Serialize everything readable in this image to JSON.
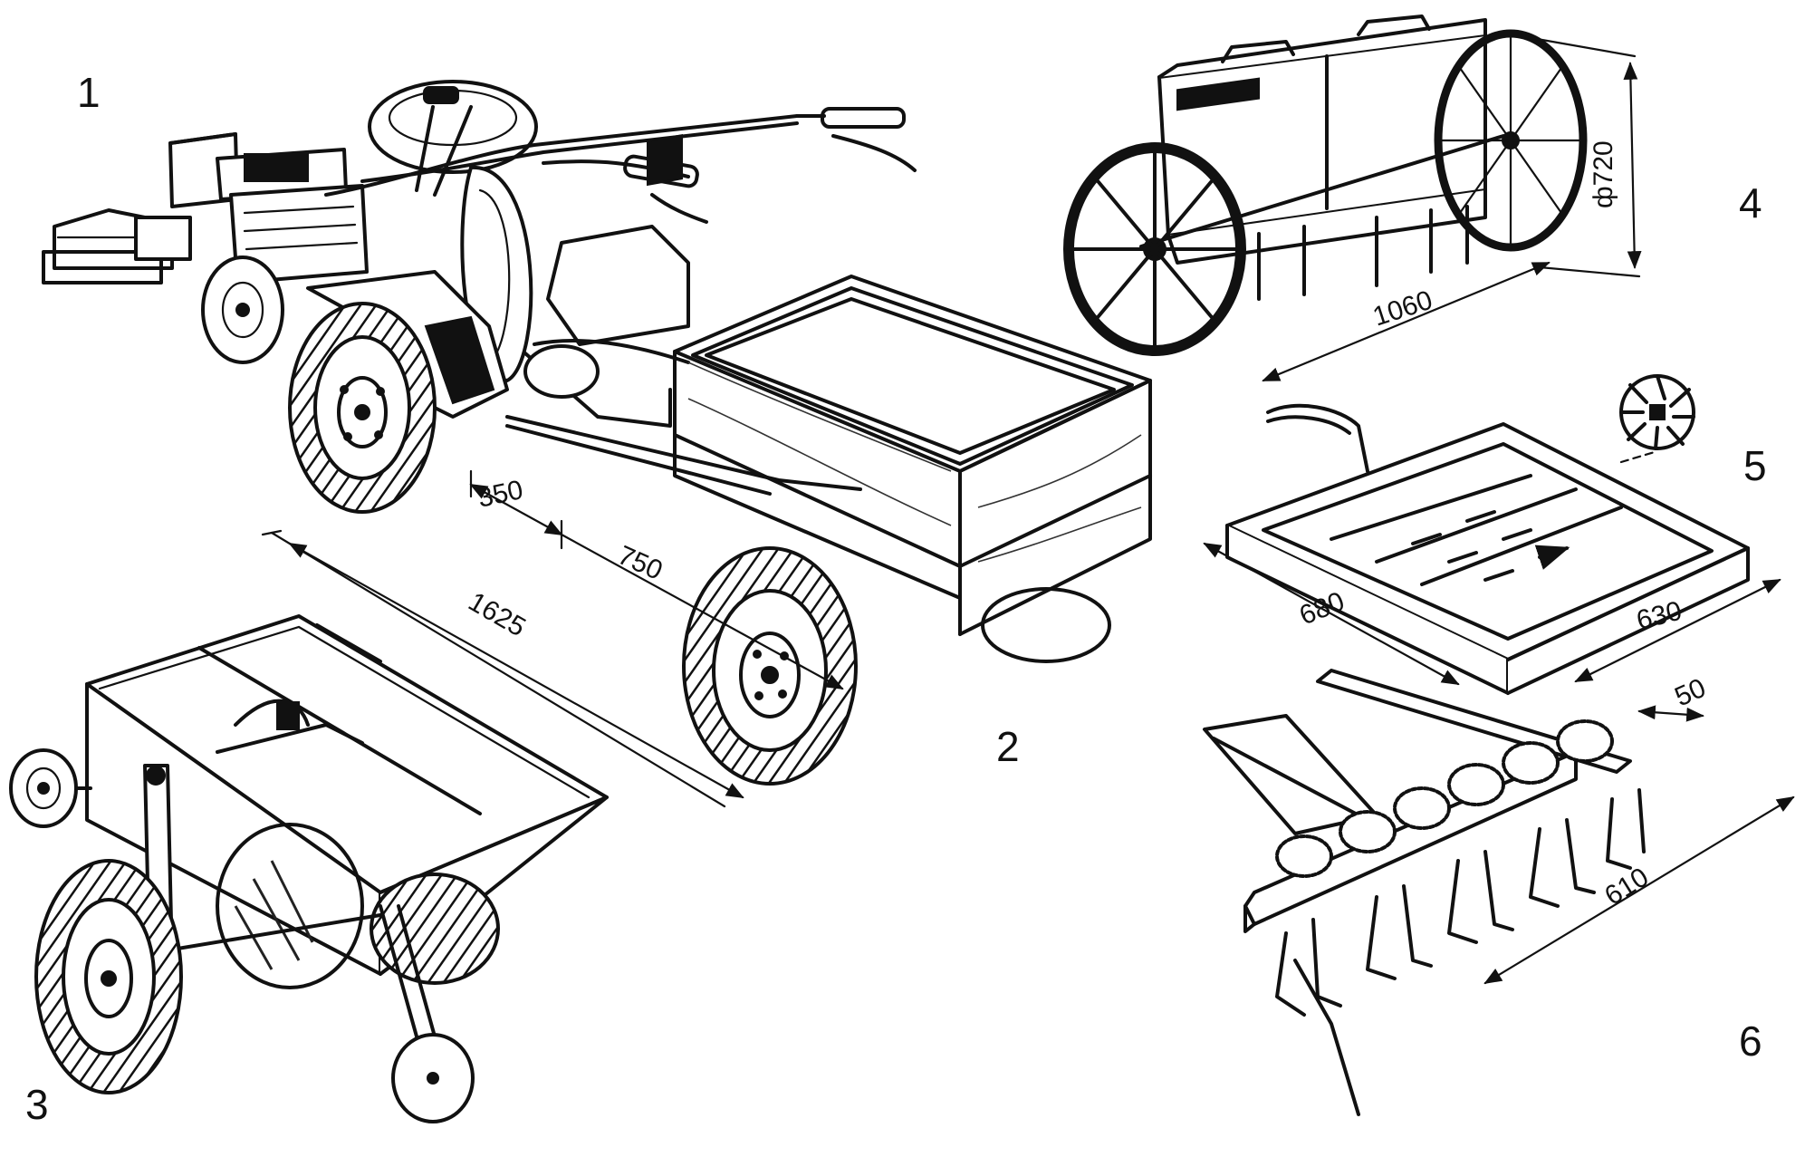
{
  "figure": {
    "labels": {
      "item1": "1",
      "item2": "2",
      "item3": "3",
      "item4": "4",
      "item5": "5",
      "item6": "6"
    },
    "dimensions": {
      "trailer_front": "350",
      "trailer_bed": "750",
      "trailer_total": "1625",
      "seeder_width": "1060",
      "wheel_diameter": "ф720",
      "frame_length": "680",
      "frame_width": "630",
      "cultivator_spacing": "50",
      "cultivator_width": "610"
    }
  }
}
